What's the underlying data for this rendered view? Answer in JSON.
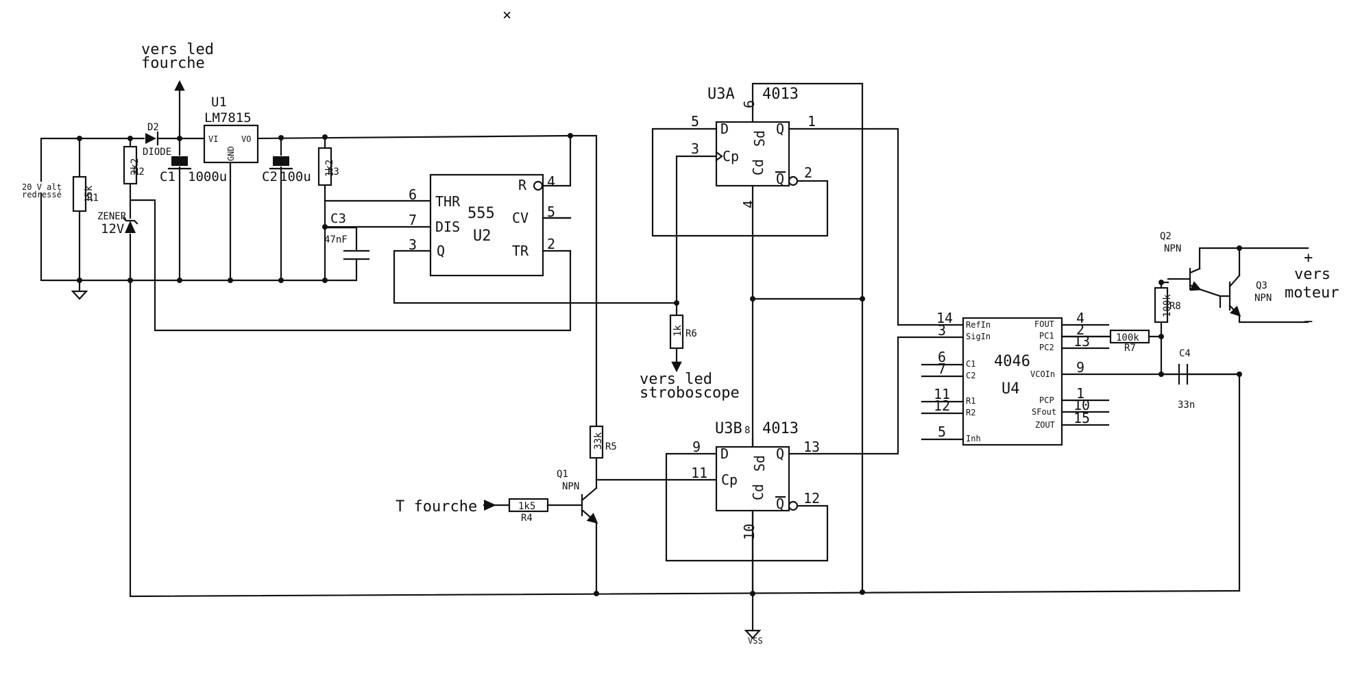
{
  "labels": {
    "close_mark": "×",
    "fork_led": [
      "vers led",
      "fourche"
    ],
    "strobe_led": [
      "vers led",
      "stroboscope"
    ],
    "motor": [
      "vers",
      "moteur"
    ],
    "plus": "+",
    "minus": "−",
    "input_voltage": [
      "20 V alt",
      "redressé"
    ],
    "fork_input": "T fourche",
    "vss": "VSS"
  },
  "components": {
    "u1": {
      "ref": "U1",
      "part": "LM7815",
      "vi": "VI",
      "vo": "VO",
      "gnd": "GND"
    },
    "d2": {
      "ref": "D2",
      "part": "DIODE"
    },
    "zener": {
      "ref": "ZENER",
      "value": "12V"
    },
    "r1": {
      "value": "15k",
      "ref": "R1"
    },
    "r2": {
      "value": "2k2",
      "ref": "R2"
    },
    "r3": {
      "value": "1k2",
      "ref": "R3"
    },
    "r4": {
      "value": "1k5",
      "ref": "R4"
    },
    "r5": {
      "value": "33k",
      "ref": "R5"
    },
    "r6": {
      "value": "1k",
      "ref": "R6"
    },
    "r7": {
      "value": "100k",
      "ref": "R7"
    },
    "r8": {
      "value": "100k",
      "ref": "R8"
    },
    "c1": {
      "ref": "C1",
      "value": "1000u"
    },
    "c2": {
      "ref": "C2",
      "value": "100u"
    },
    "c3": {
      "ref": "C3",
      "value": "47nF"
    },
    "c4": {
      "ref": "C4",
      "value": "33n"
    },
    "q1": {
      "ref": "Q1",
      "type": "NPN"
    },
    "q2": {
      "ref": "Q2",
      "type": "NPN"
    },
    "q3": {
      "ref": "Q3",
      "type": "NPN"
    },
    "u2": {
      "ref": "U2",
      "part": "555",
      "pins": {
        "thr": "THR",
        "dis": "DIS",
        "q": "Q",
        "r": "R",
        "cv": "CV",
        "tr": "TR"
      },
      "nums": {
        "thr": "6",
        "dis": "7",
        "q": "3",
        "r": "4",
        "cv": "5",
        "tr": "2"
      }
    },
    "u3a": {
      "ref": "U3A",
      "part": "4013",
      "pins": {
        "d": "D",
        "cp": "Cp",
        "sd": "Sd",
        "cd": "Cd",
        "q": "Q",
        "qn": "Q"
      },
      "nums": {
        "d": "5",
        "cp": "3",
        "sd": "6",
        "cd": "4",
        "q": "1",
        "qn": "2"
      }
    },
    "u3b": {
      "ref": "U3B",
      "part": "4013",
      "pins": {
        "d": "D",
        "cp": "Cp",
        "sd": "Sd",
        "cd": "Cd",
        "q": "Q",
        "qn": "Q"
      },
      "nums": {
        "d": "9",
        "cp": "11",
        "sd": "8",
        "cd": "10",
        "q": "13",
        "qn": "12"
      }
    },
    "u4": {
      "ref": "U4",
      "part": "4046",
      "left_pins": [
        "RefIn",
        "SigIn",
        "C1",
        "C2",
        "R1",
        "R2",
        "Inh"
      ],
      "left_nums": [
        "14",
        "3",
        "6",
        "7",
        "11",
        "12",
        "5"
      ],
      "right_pins": [
        "FOUT",
        "PC1",
        "PC2",
        "VCOIn",
        "PCP",
        "SFout",
        "ZOUT"
      ],
      "right_nums": [
        "4",
        "2",
        "13",
        "9",
        "1",
        "10",
        "15"
      ]
    }
  }
}
